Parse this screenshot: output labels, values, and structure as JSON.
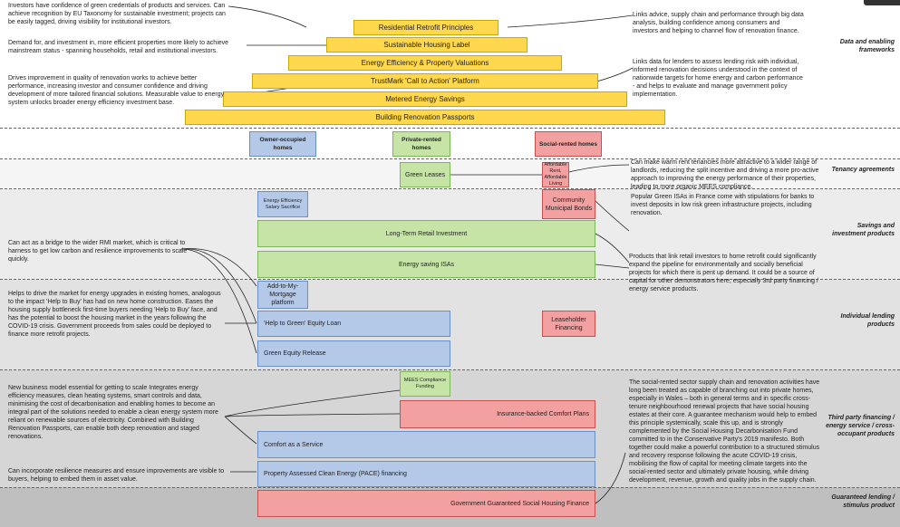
{
  "framework": {
    "label": "Data and enabling frameworks",
    "bars": [
      "Residential Retrofit Principles",
      "Sustainable Housing Label",
      "Energy Efficiency & Property Valuations",
      "TrustMark 'Call to Action' Platform",
      "Metered Energy Savings",
      "Building Renovation Passports"
    ],
    "left_notes": [
      "Investors have confidence of green credentials of products and services. Can achieve recognition by EU Taxonomy for sustainable investment; projects can be easily tagged, driving visibility for institutional investors.",
      "Demand for, and investment in, more efficient properties more likely to achieve mainstream status - spanning households, retail and institutional investors.",
      "Drives improvement in quality of renovation works to achieve better performance, increasing investor and consumer confidence and driving development of more tailored financial solutions. Measurable value to energy system unlocks broader energy efficiency investment base."
    ],
    "right_notes": [
      "Links advice, supply chain and performance through big data analysis, building confidence among consumers and investors and helping to channel flow of renovation finance.",
      "Links data for lenders to assess lending risk with individual, informed renovation decisions understood in the context of nationwide targets for home energy and carbon performance - and helps to evaluate and manage government policy implementation."
    ]
  },
  "tenures": {
    "owner": "Owner-occupied homes",
    "private": "Private-rented homes",
    "social": "Social-rented homes"
  },
  "tenancy": {
    "label": "Tenancy agreements",
    "green_leases": "Green Leases",
    "affordable": "Affordable Rent, Affordable Living",
    "note": "Can make warm rent tenancies more attractive to a wider range of landlords, reducing the split incentive and driving a more pro-active approach to improving the energy performance of their properties, leading to more organic MEES compliance."
  },
  "savings": {
    "label": "Savings and investment products",
    "salary": "Energy Efficiency Salary Sacrifice",
    "bonds": "Community Municipal Bonds",
    "retail": "Long-Term Retail Investment",
    "isas": "Energy saving ISAs",
    "isa_note": "Popular Green ISAs in France come with stipulations for banks to invest deposits in low risk green infrastructure projects, including renovation.",
    "retail_note": "Products that link retail investors to home retrofit could significantly expand the pipeline for environmentally and socially beneficial projects for which there is pent up demand. It could be a source of capital for other demonstrators here, especially 3rd party financing / energy service products.",
    "bridge_note": "Can act as a bridge to the wider RMI market, which is critical to harness to get low carbon and resilience improvements to scale quickly."
  },
  "lending": {
    "label": "Individual lending products",
    "mortgage": "Add-to-My-Mortgage platform",
    "equity_loan": "'Help to Green' Equity Loan",
    "leaseholder": "Leaseholder Financing",
    "equity_release": "Green Equity Release",
    "note": "Helps to drive the market for energy upgrades in existing homes, analogous to the impact 'Help to Buy' has had on new home construction. Eases the housing supply bottleneck first-time buyers needing 'Help to Buy' face, and has the potential to boost the housing market in the years following the COVID-19 crisis. Government proceeds from sales could be deployed to finance more retrofit projects."
  },
  "third_party": {
    "label": "Third party financing / energy service / cross-occupant products",
    "mees": "MEES Compliance Funding",
    "insurance": "Insurance-backed Comfort Plans",
    "comfort": "Comfort as a Service",
    "pace": "Property Assessed Clean Energy (PACE) financing",
    "caas_note": "New business model essential for getting to scale Integrates energy efficiency measures, clean heating systems, smart controls and data, minimising the cost of decarbonisation and enabling homes to become an integral part of the solutions needed to enable a clean energy system more reliant on renewable sources of electricity. Combined with Building Renovation Passports, can enable both deep renovation and staged renovations.",
    "pace_note": "Can incorporate resilience measures and ensure improvements are visible to buyers, helping to embed them in asset value.",
    "social_note": "The social-rented sector supply chain and renovation activities have long been treated as capable of branching out into private homes, especially in Wales – both in general terms and in specific cross-tenure neighbourhood renewal projects that have social housing estates at their core. A guarantee mechanism would help to embed this principle systemically, scale this up, and is strongly complemented by the Social Housing Decarbonisation Fund committed to in the Conservative Party's 2019 manifesto. Both together could make a powerful contribution to a structured stimulus and recovery response following the acute COVID-19 crisis, mobilising the flow of capital for meeting climate targets into the social-rented sector and ultimately private housing, while driving development, revenue, growth and quality jobs in the supply chain."
  },
  "guaranteed": {
    "label": "Guaranteed lending / stimulus product",
    "gov": "Government Guaranteed Social Housing Finance"
  }
}
